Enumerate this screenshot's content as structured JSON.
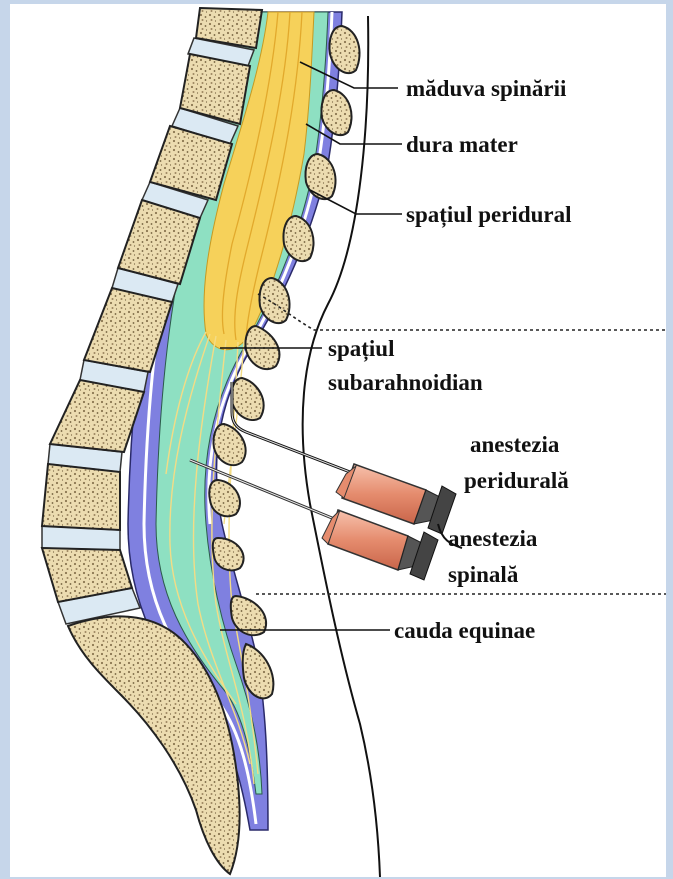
{
  "labels": {
    "spinal_cord": "măduva spinării",
    "dura_mater": "dura mater",
    "epidural_space": "spațiul peridural",
    "subarachnoid_line1": "spațiul",
    "subarachnoid_line2": "subarahnoidian",
    "epidural_anesthesia_line1": "anestezia",
    "epidural_anesthesia_line2": "peridurală",
    "spinal_anesthesia_line1": "anestezia",
    "spinal_anesthesia_line2": "spinală",
    "cauda_equina": "cauda equinae"
  },
  "colors": {
    "background": "#c6d6ea",
    "bone": "#ecdcb0",
    "bone_speckle": "#8a7650",
    "disc": "#dbe9f3",
    "dura": "#7f80e0",
    "csf": "#8ee0c2",
    "spinal_cord": "#f6d15a",
    "syringe_barrel": "#e9967a",
    "plunger": "#4a4a4a"
  }
}
